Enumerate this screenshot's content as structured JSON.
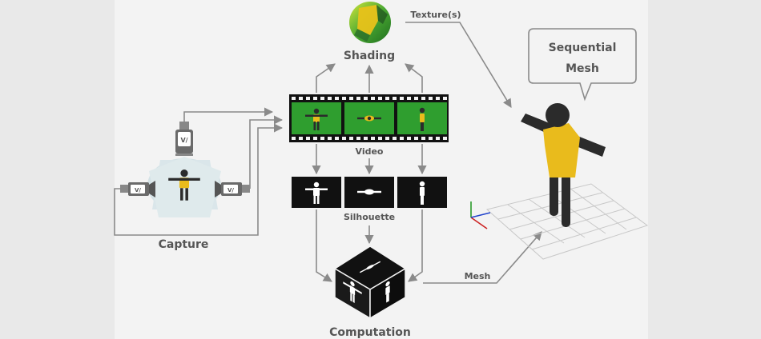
{
  "labels": {
    "textures": "Texture(s)",
    "shading": "Shading",
    "video": "Video",
    "silhouette": "Silhouette",
    "capture": "Capture",
    "computation": "Computation",
    "mesh": "Mesh",
    "bubble_line1": "Sequential",
    "bubble_line2": "Mesh"
  },
  "colors": {
    "background": "#e9e9e9",
    "panel": "#f3f3f3",
    "label": "#555555",
    "arrow": "#8a8a8a",
    "green_screen": "#2f9e2f",
    "person_body": "#e9bb1c",
    "person_dark": "#2b2b2b",
    "film": "#111111",
    "camera": "#666666",
    "axis_x": "#cc2222",
    "axis_y": "#2a9a2a",
    "axis_z": "#2244cc"
  },
  "video_frames": [
    "front-pose",
    "top-pose",
    "side-pose"
  ],
  "silhouette_frames": [
    "front-pose",
    "top-pose",
    "side-pose"
  ]
}
